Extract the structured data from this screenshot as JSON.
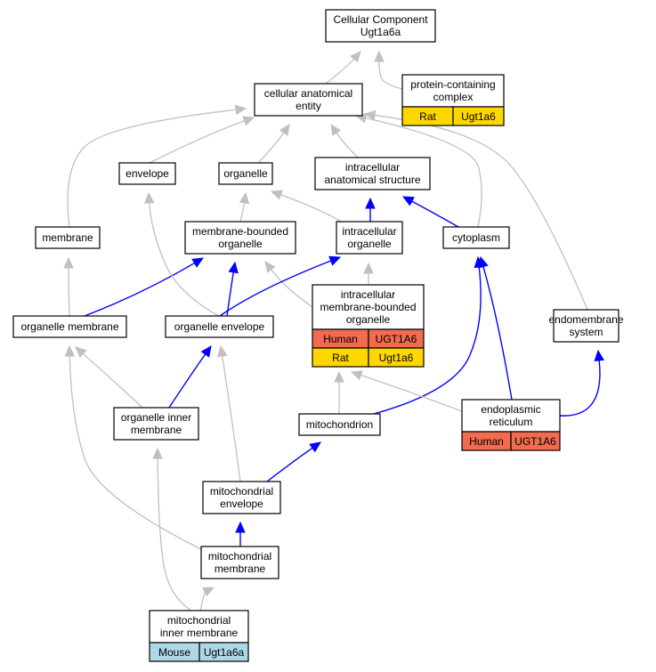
{
  "colors": {
    "is_a_edge": "#c0c0c0",
    "part_of_edge": "#0000ff",
    "human": "#f26a50",
    "rat": "#ffd700",
    "mouse": "#add8e6"
  },
  "nodes": {
    "cellular_component": [
      "Cellular Component",
      "Ugt1a6a"
    ],
    "protein_containing_complex": [
      "protein-containing",
      "complex"
    ],
    "cellular_anatomical_entity": [
      "cellular anatomical",
      "entity"
    ],
    "envelope": [
      "envelope"
    ],
    "organelle": [
      "organelle"
    ],
    "intracellular_anatomical_structure": [
      "intracellular",
      "anatomical structure"
    ],
    "membrane": [
      "membrane"
    ],
    "membrane_bounded_organelle": [
      "membrane-bounded",
      "organelle"
    ],
    "intracellular_organelle": [
      "intracellular",
      "organelle"
    ],
    "cytoplasm": [
      "cytoplasm"
    ],
    "intracellular_membrane_bounded_organelle": [
      "intracellular",
      "membrane-bounded",
      "organelle"
    ],
    "endomembrane_system": [
      "endomembrane",
      "system"
    ],
    "organelle_membrane": [
      "organelle membrane"
    ],
    "organelle_envelope": [
      "organelle envelope"
    ],
    "organelle_inner_membrane": [
      "organelle inner",
      "membrane"
    ],
    "mitochondrion": [
      "mitochondrion"
    ],
    "endoplasmic_reticulum": [
      "endoplasmic",
      "reticulum"
    ],
    "mitochondrial_envelope": [
      "mitochondrial",
      "envelope"
    ],
    "mitochondrial_membrane": [
      "mitochondrial",
      "membrane"
    ],
    "mitochondrial_inner_membrane": [
      "mitochondrial",
      "inner membrane"
    ]
  },
  "annotations": {
    "protein_containing_complex": [
      {
        "species": "Rat",
        "gene": "Ugt1a6"
      }
    ],
    "intracellular_membrane_bounded_organelle": [
      {
        "species": "Human",
        "gene": "UGT1A6"
      },
      {
        "species": "Rat",
        "gene": "Ugt1a6"
      }
    ],
    "endoplasmic_reticulum": [
      {
        "species": "Human",
        "gene": "UGT1A6"
      }
    ],
    "mitochondrial_inner_membrane": [
      {
        "species": "Mouse",
        "gene": "Ugt1a6a"
      }
    ]
  },
  "edges": [
    {
      "from": "cellular_anatomical_entity",
      "to": "cellular_component",
      "type": "is_a"
    },
    {
      "from": "protein_containing_complex",
      "to": "cellular_component",
      "type": "is_a"
    },
    {
      "from": "membrane",
      "to": "cellular_anatomical_entity",
      "type": "is_a"
    },
    {
      "from": "envelope",
      "to": "cellular_anatomical_entity",
      "type": "is_a"
    },
    {
      "from": "organelle",
      "to": "cellular_anatomical_entity",
      "type": "is_a"
    },
    {
      "from": "intracellular_anatomical_structure",
      "to": "cellular_anatomical_entity",
      "type": "is_a"
    },
    {
      "from": "cytoplasm",
      "to": "cellular_anatomical_entity",
      "type": "is_a"
    },
    {
      "from": "endomembrane_system",
      "to": "cellular_anatomical_entity",
      "type": "is_a"
    },
    {
      "from": "membrane_bounded_organelle",
      "to": "organelle",
      "type": "is_a"
    },
    {
      "from": "intracellular_organelle",
      "to": "organelle",
      "type": "is_a"
    },
    {
      "from": "intracellular_organelle",
      "to": "intracellular_anatomical_structure",
      "type": "part_of"
    },
    {
      "from": "cytoplasm",
      "to": "intracellular_anatomical_structure",
      "type": "part_of"
    },
    {
      "from": "intracellular_membrane_bounded_organelle",
      "to": "membrane_bounded_organelle",
      "type": "is_a"
    },
    {
      "from": "intracellular_membrane_bounded_organelle",
      "to": "intracellular_organelle",
      "type": "is_a"
    },
    {
      "from": "organelle_membrane",
      "to": "membrane",
      "type": "is_a"
    },
    {
      "from": "organelle_membrane",
      "to": "membrane_bounded_organelle",
      "type": "part_of"
    },
    {
      "from": "organelle_envelope",
      "to": "envelope",
      "type": "is_a"
    },
    {
      "from": "organelle_envelope",
      "to": "membrane_bounded_organelle",
      "type": "part_of"
    },
    {
      "from": "organelle_envelope",
      "to": "intracellular_organelle",
      "type": "part_of"
    },
    {
      "from": "organelle_inner_membrane",
      "to": "organelle_membrane",
      "type": "is_a"
    },
    {
      "from": "organelle_inner_membrane",
      "to": "organelle_envelope",
      "type": "part_of"
    },
    {
      "from": "mitochondrion",
      "to": "intracellular_membrane_bounded_organelle",
      "type": "is_a"
    },
    {
      "from": "mitochondrion",
      "to": "cytoplasm",
      "type": "part_of"
    },
    {
      "from": "endoplasmic_reticulum",
      "to": "intracellular_membrane_bounded_organelle",
      "type": "is_a"
    },
    {
      "from": "endoplasmic_reticulum",
      "to": "cytoplasm",
      "type": "part_of"
    },
    {
      "from": "endoplasmic_reticulum",
      "to": "endomembrane_system",
      "type": "part_of"
    },
    {
      "from": "mitochondrial_envelope",
      "to": "organelle_envelope",
      "type": "is_a"
    },
    {
      "from": "mitochondrial_envelope",
      "to": "mitochondrion",
      "type": "part_of"
    },
    {
      "from": "mitochondrial_membrane",
      "to": "organelle_membrane",
      "type": "is_a"
    },
    {
      "from": "mitochondrial_membrane",
      "to": "mitochondrial_envelope",
      "type": "part_of"
    },
    {
      "from": "mitochondrial_inner_membrane",
      "to": "organelle_inner_membrane",
      "type": "is_a"
    },
    {
      "from": "mitochondrial_inner_membrane",
      "to": "mitochondrial_membrane",
      "type": "is_a"
    }
  ]
}
